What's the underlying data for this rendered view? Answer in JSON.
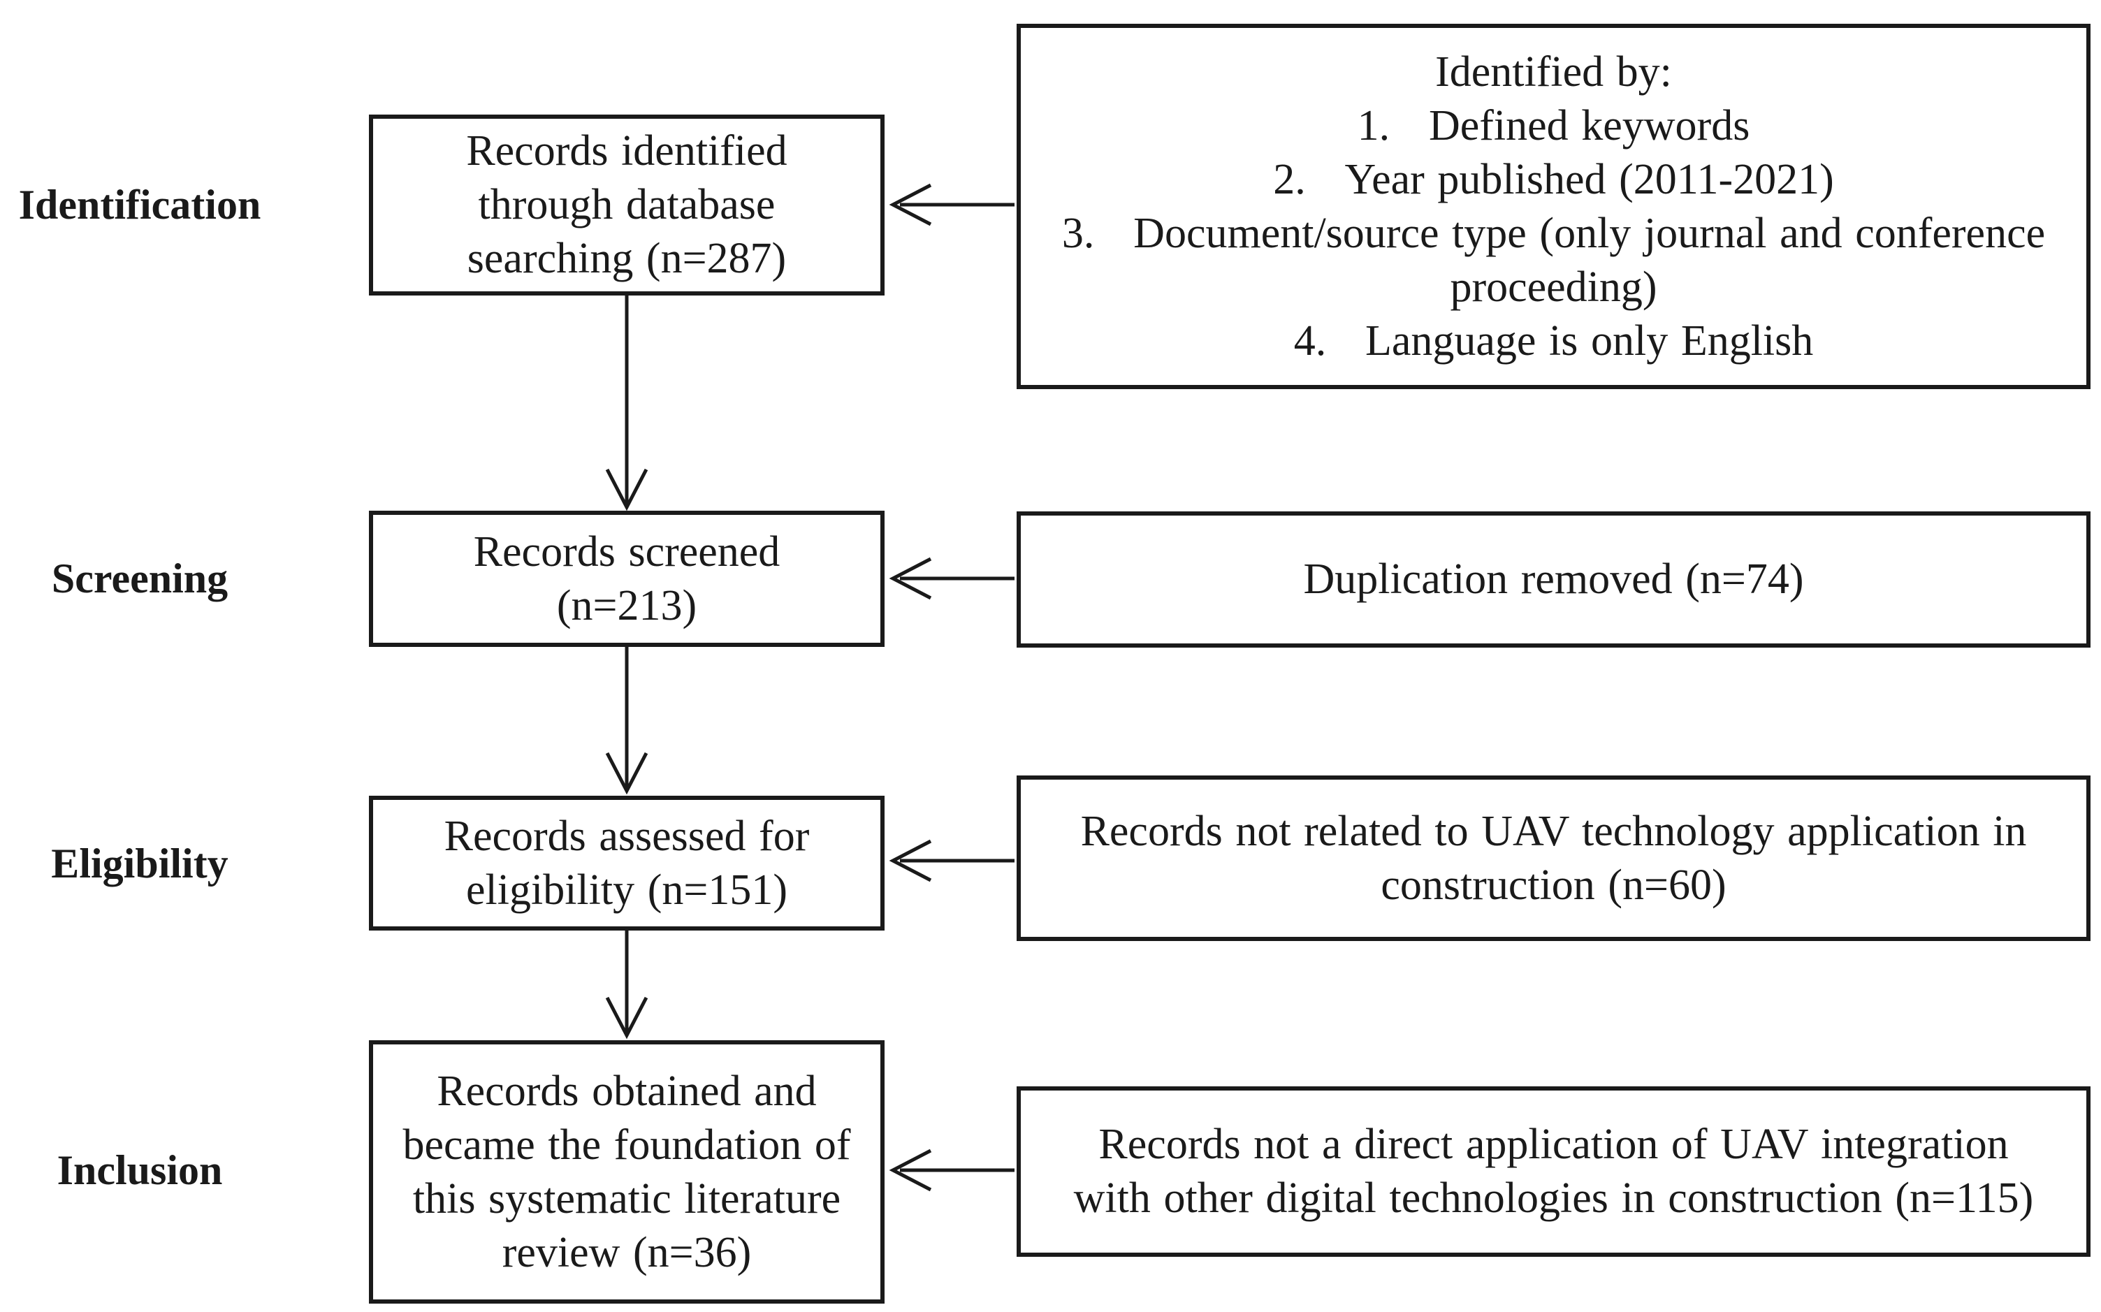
{
  "stage_labels": {
    "identification": "Identification",
    "screening": "Screening",
    "eligibility": "Eligibility",
    "inclusion": "Inclusion"
  },
  "center_boxes": {
    "identified": {
      "lines": [
        "Records identified",
        "through database",
        "searching (n=287)"
      ]
    },
    "screened": {
      "lines": [
        "Records screened",
        "(n=213)"
      ]
    },
    "assessed": {
      "lines": [
        "Records assessed for",
        "eligibility (n=151)"
      ]
    },
    "obtained": {
      "lines": [
        "Records obtained and",
        "became the foundation of",
        "this systematic literature",
        "review (n=36)"
      ]
    }
  },
  "side_boxes": {
    "criteria": {
      "lines": [
        "Identified by:",
        "1.   Defined keywords",
        "2.   Year published (2011-2021)",
        "3.   Document/source type (only journal and conference",
        "proceeding)",
        "4.   Language is only English"
      ]
    },
    "duplication": {
      "lines": [
        "Duplication removed (n=74)"
      ]
    },
    "not_related": {
      "lines": [
        "Records not related to UAV technology application in",
        "construction (n=60)"
      ]
    },
    "not_direct": {
      "lines": [
        "Records not a direct application of UAV integration",
        "with other digital technologies in construction (n=115)"
      ]
    }
  },
  "colors": {
    "ink": "#1a1a1a",
    "background": "#ffffff"
  }
}
